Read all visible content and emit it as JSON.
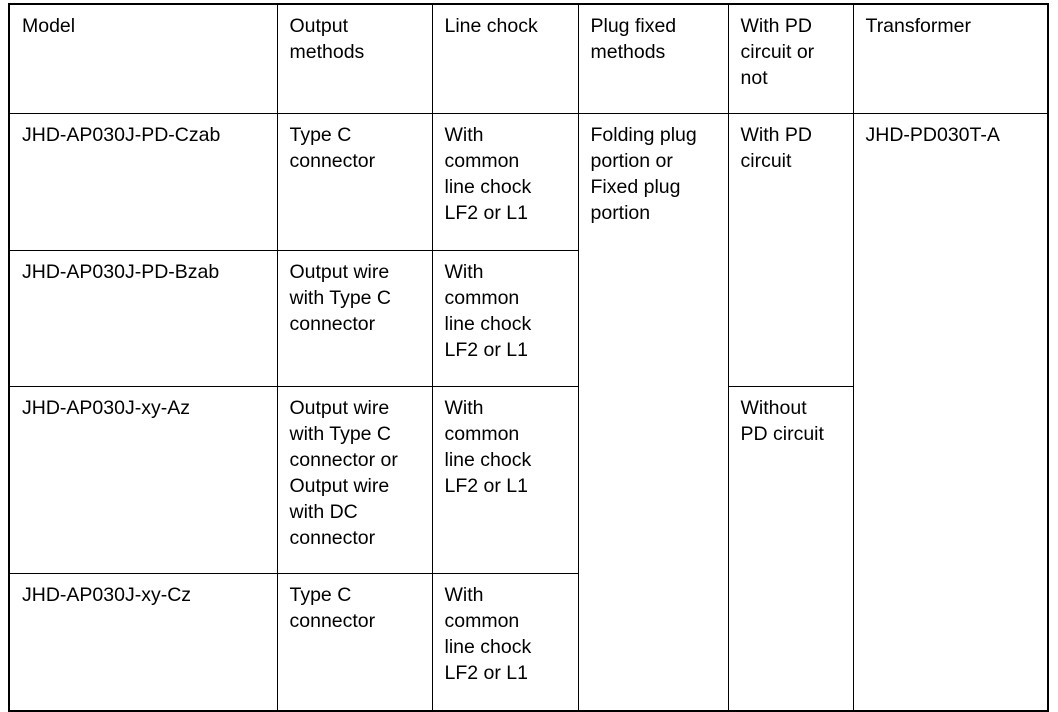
{
  "table": {
    "columns": [
      {
        "key": "model",
        "label": "Model"
      },
      {
        "key": "output_methods",
        "label": "Output\nmethods"
      },
      {
        "key": "line_chock",
        "label": "Line chock"
      },
      {
        "key": "plug_fixed_methods",
        "label": "Plug fixed\nmethods"
      },
      {
        "key": "pd_circuit",
        "label": "With PD\ncircuit or\nnot"
      },
      {
        "key": "transformer",
        "label": "Transformer"
      }
    ],
    "rows": [
      {
        "model": "JHD-AP030J-PD-Czab",
        "output_methods": "Type C\nconnector",
        "line_chock": "With\ncommon\nline chock\nLF2 or L1",
        "plug_fixed_methods": "Folding plug\nportion or\nFixed plug\nportion",
        "pd_circuit": "With PD\ncircuit",
        "transformer": "JHD-PD030T-A"
      },
      {
        "model": "JHD-AP030J-PD-Bzab",
        "output_methods": "Output wire\nwith Type C\nconnector",
        "line_chock": "With\ncommon\nline chock\nLF2 or L1"
      },
      {
        "model": "JHD-AP030J-xy-Az",
        "output_methods": "Output wire\nwith Type C\nconnector or\nOutput wire\nwith DC\nconnector",
        "line_chock": "With\ncommon\nline chock\nLF2 or L1",
        "pd_circuit": "Without\nPD circuit"
      },
      {
        "model": "JHD-AP030J-xy-Cz",
        "output_methods": "Type C\nconnector",
        "line_chock": "With\ncommon\nline chock\nLF2 or L1"
      }
    ]
  },
  "colors": {
    "border": "#000000",
    "text": "#000000",
    "background": "#ffffff"
  }
}
